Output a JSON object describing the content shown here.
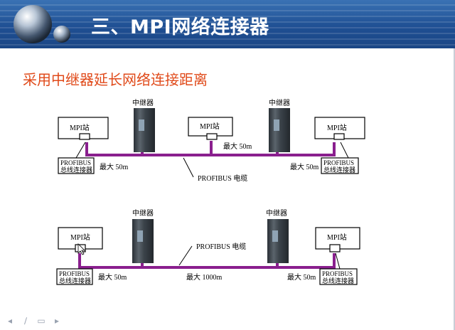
{
  "slide": {
    "title": "三、MPI网络连接器",
    "subtitle": "采用中继器延长网络连接距离"
  },
  "diagram_top": {
    "repeater_label_1": "中继器",
    "repeater_label_2": "中继器",
    "station_1": "MPI站",
    "station_2": "MPI站",
    "station_3": "MPI站",
    "connector_left_line1": "PROFIBUS",
    "connector_left_line2": "总线连接器",
    "connector_right_line1": "PROFIBUS",
    "connector_right_line2": "总线连接器",
    "max_left": "最大 50m",
    "max_mid": "最大 50m",
    "max_right": "最大 50m",
    "cable_label": "PROFIBUS 电缆"
  },
  "diagram_bottom": {
    "repeater_label_1": "中继器",
    "repeater_label_2": "中继器",
    "station_1": "MPI站",
    "station_2": "MPI站",
    "connector_left_line1": "PROFIBUS",
    "connector_left_line2": "总线连接器",
    "connector_right_line1": "PROFIBUS",
    "connector_right_line2": "总线连接器",
    "max_left": "最大 50m",
    "max_mid": "最大 1000m",
    "max_right": "最大 50m",
    "cable_label": "PROFIBUS 电缆"
  },
  "nav": {
    "prev_icon": "◂",
    "pen_icon": "∕",
    "menu_icon": "▭",
    "next_icon": "▸"
  },
  "colors": {
    "header": "#1f4f93",
    "subtitle": "#e04a1a",
    "cable": "#8a1f8e"
  }
}
